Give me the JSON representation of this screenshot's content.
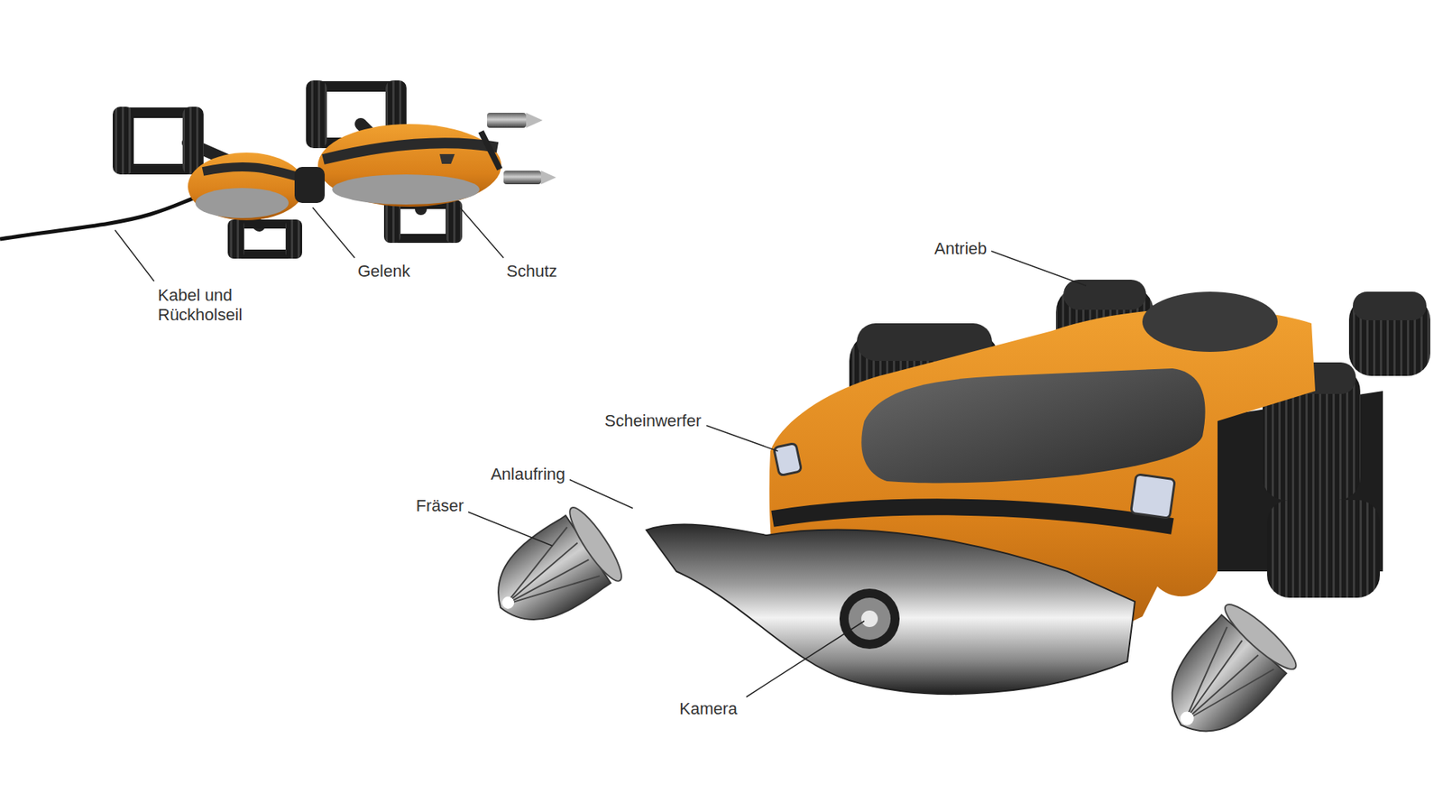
{
  "diagram": {
    "labels": [
      "Kabel und Rückholseil",
      "Gelenk",
      "Schutz",
      "Antrieb",
      "Scheinwerfer",
      "Anlaufring",
      "Fräser",
      "Kamera"
    ]
  }
}
